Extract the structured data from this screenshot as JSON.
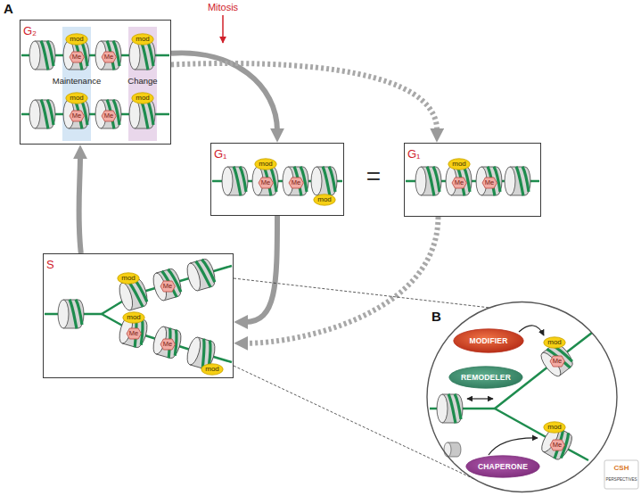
{
  "diagram": {
    "nodes": [
      {
        "text": [
          "G₂"
        ]
      },
      {
        "text": [
          "mod"
        ],
        "in": 0
      },
      {
        "text": [
          "Me"
        ],
        "in": 0
      },
      {
        "text": [
          "Me"
        ],
        "in": 0
      },
      {
        "text": [
          "mod"
        ],
        "in": 0
      },
      {
        "text": [
          "mod"
        ],
        "in": 0
      },
      {
        "text": [
          "Me"
        ],
        "in": 0
      },
      {
        "text": [
          "Me"
        ],
        "in": 0
      },
      {
        "text": [
          "mod"
        ],
        "in": 0
      },
      {
        "text": [
          "G₁"
        ]
      },
      {
        "text": [
          "mod"
        ],
        "in": 9
      },
      {
        "text": [
          "Me"
        ],
        "in": 9
      },
      {
        "text": [
          "Me"
        ],
        "in": 9
      },
      {
        "text": [
          "mod"
        ],
        "in": 9
      },
      {
        "text": [
          "G₁"
        ]
      },
      {
        "text": [
          "mod"
        ],
        "in": 14
      },
      {
        "text": [
          "Me"
        ],
        "in": 14
      },
      {
        "text": [
          "Me"
        ],
        "in": 14
      },
      {
        "text": [
          "S"
        ]
      },
      {
        "text": [
          "mod"
        ],
        "in": 18
      },
      {
        "text": [
          "Me"
        ],
        "in": 18
      },
      {
        "text": [
          "mod"
        ],
        "in": 18
      },
      {
        "text": [
          "Me"
        ],
        "in": 18
      },
      {
        "text": [
          "Me"
        ],
        "in": 18
      },
      {
        "text": [
          "mod"
        ],
        "in": 18
      },
      {
        "text": [
          "B"
        ]
      },
      {
        "text": [
          "MODIFIER"
        ],
        "in": 25
      },
      {
        "text": [
          "mod"
        ],
        "in": 25
      },
      {
        "text": [
          "Me"
        ],
        "in": 25
      },
      {
        "text": [
          "REMODELER"
        ],
        "in": 25
      },
      {
        "text": [
          "mod"
        ],
        "in": 25
      },
      {
        "text": [
          "Me"
        ],
        "in": 25
      },
      {
        "text": [
          "CHAPERONE"
        ],
        "in": 25
      }
    ],
    "edges": [
      {
        "from": 0,
        "to": 9,
        "arrow": "to"
      },
      {
        "from": 0,
        "to": 14,
        "arrow": "to"
      },
      {
        "from": 9,
        "to": 18,
        "arrow": "to"
      },
      {
        "from": 14,
        "to": 18,
        "arrow": "to"
      },
      {
        "from": 18,
        "to": 0,
        "arrow": "to"
      },
      {
        "from": 18,
        "to": 25,
        "arrow": "none"
      },
      {
        "from": 18,
        "to": 25,
        "arrow": "none"
      }
    ],
    "labels": [
      "A",
      "Mitosis",
      "Maintenance",
      "Change",
      "=",
      "CSH",
      "PERSPECTIVES"
    ]
  }
}
